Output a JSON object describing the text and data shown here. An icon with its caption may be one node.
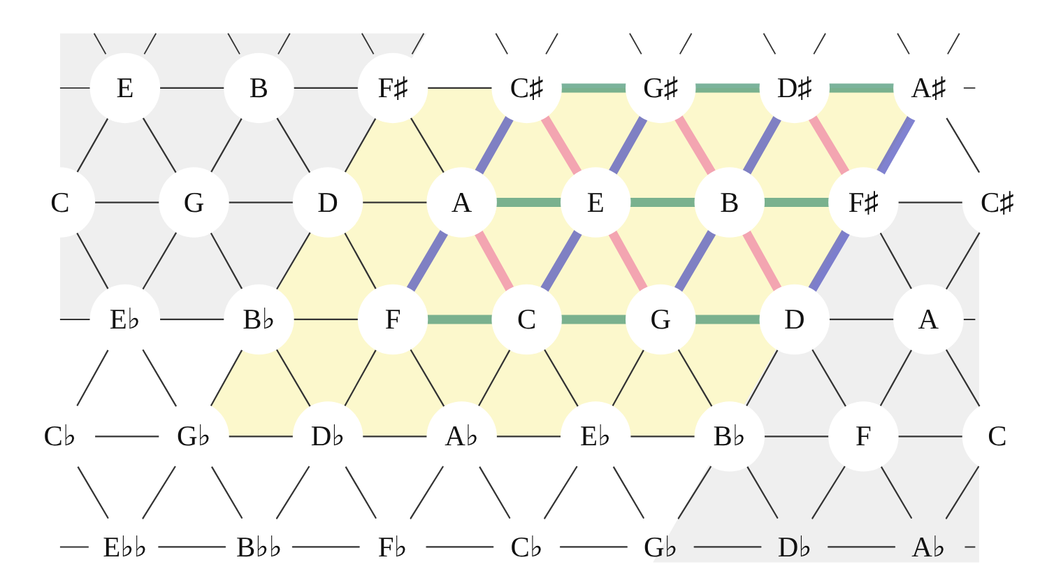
{
  "diagram": {
    "nodes": [
      {
        "text": [
          "E"
        ]
      },
      {
        "text": [
          "B"
        ]
      },
      {
        "text": [
          "F♯"
        ]
      },
      {
        "text": [
          "C♯"
        ]
      },
      {
        "text": [
          "G♯"
        ]
      },
      {
        "text": [
          "D♯"
        ]
      },
      {
        "text": [
          "A♯"
        ]
      },
      {
        "text": [
          "C"
        ]
      },
      {
        "text": [
          "G"
        ]
      },
      {
        "text": [
          "D"
        ]
      },
      {
        "text": [
          "A"
        ]
      },
      {
        "text": [
          "E"
        ]
      },
      {
        "text": [
          "B"
        ]
      },
      {
        "text": [
          "F♯"
        ]
      },
      {
        "text": [
          "C♯"
        ]
      },
      {
        "text": [
          "E♭"
        ]
      },
      {
        "text": [
          "B♭"
        ]
      },
      {
        "text": [
          "F"
        ]
      },
      {
        "text": [
          "C"
        ]
      },
      {
        "text": [
          "G"
        ]
      },
      {
        "text": [
          "D"
        ]
      },
      {
        "text": [
          "A"
        ]
      },
      {
        "text": [
          "C♭"
        ]
      },
      {
        "text": [
          "G♭"
        ]
      },
      {
        "text": [
          "D♭"
        ]
      },
      {
        "text": [
          "A♭"
        ]
      },
      {
        "text": [
          "E♭"
        ]
      },
      {
        "text": [
          "B♭"
        ]
      },
      {
        "text": [
          "F"
        ]
      },
      {
        "text": [
          "C"
        ]
      },
      {
        "text": [
          "E♭♭"
        ]
      },
      {
        "text": [
          "B♭♭"
        ]
      },
      {
        "text": [
          "F♭"
        ]
      },
      {
        "text": [
          "C♭"
        ]
      },
      {
        "text": [
          "G♭"
        ]
      },
      {
        "text": [
          "D♭"
        ]
      },
      {
        "text": [
          "A♭"
        ]
      }
    ],
    "edges": [
      {
        "from": 0,
        "to": 1,
        "arrow": "none"
      },
      {
        "from": 1,
        "to": 2,
        "arrow": "none"
      },
      {
        "from": 2,
        "to": 3,
        "arrow": "none"
      },
      {
        "from": 3,
        "to": 4,
        "arrow": "none",
        "style": "thick",
        "color": "#4f9a7a"
      },
      {
        "from": 4,
        "to": 5,
        "arrow": "none",
        "style": "thick",
        "color": "#4f9a7a"
      },
      {
        "from": 5,
        "to": 6,
        "arrow": "none",
        "style": "thick",
        "color": "#4f9a7a"
      },
      {
        "from": 0,
        "to": 7,
        "arrow": "none"
      },
      {
        "from": 0,
        "to": 8,
        "arrow": "none"
      },
      {
        "from": 1,
        "to": 8,
        "arrow": "none"
      },
      {
        "from": 1,
        "to": 9,
        "arrow": "none"
      },
      {
        "from": 2,
        "to": 9,
        "arrow": "none"
      },
      {
        "from": 2,
        "to": 10,
        "arrow": "none"
      },
      {
        "from": 3,
        "to": 10,
        "arrow": "none",
        "style": "thick",
        "color": "#5558c0"
      },
      {
        "from": 3,
        "to": 11,
        "arrow": "none",
        "style": "thick",
        "color": "#f08aa8"
      },
      {
        "from": 4,
        "to": 11,
        "arrow": "none",
        "style": "thick",
        "color": "#5558c0"
      },
      {
        "from": 4,
        "to": 12,
        "arrow": "none",
        "style": "thick",
        "color": "#f08aa8"
      },
      {
        "from": 5,
        "to": 12,
        "arrow": "none",
        "style": "thick",
        "color": "#5558c0"
      },
      {
        "from": 5,
        "to": 13,
        "arrow": "none",
        "style": "thick",
        "color": "#f08aa8"
      },
      {
        "from": 6,
        "to": 13,
        "arrow": "none",
        "style": "thick",
        "color": "#5558c0"
      },
      {
        "from": 6,
        "to": 14,
        "arrow": "none"
      },
      {
        "from": 7,
        "to": 8,
        "arrow": "none"
      },
      {
        "from": 8,
        "to": 9,
        "arrow": "none"
      },
      {
        "from": 9,
        "to": 10,
        "arrow": "none"
      },
      {
        "from": 10,
        "to": 11,
        "arrow": "none",
        "style": "thick",
        "color": "#4f9a7a"
      },
      {
        "from": 11,
        "to": 12,
        "arrow": "none",
        "style": "thick",
        "color": "#4f9a7a"
      },
      {
        "from": 12,
        "to": 13,
        "arrow": "none",
        "style": "thick",
        "color": "#4f9a7a"
      },
      {
        "from": 13,
        "to": 14,
        "arrow": "none"
      },
      {
        "from": 7,
        "to": 15,
        "arrow": "none"
      },
      {
        "from": 8,
        "to": 15,
        "arrow": "none"
      },
      {
        "from": 8,
        "to": 16,
        "arrow": "none"
      },
      {
        "from": 9,
        "to": 16,
        "arrow": "none"
      },
      {
        "from": 9,
        "to": 17,
        "arrow": "none"
      },
      {
        "from": 10,
        "to": 17,
        "arrow": "none",
        "style": "thick",
        "color": "#5558c0"
      },
      {
        "from": 10,
        "to": 18,
        "arrow": "none",
        "style": "thick",
        "color": "#f08aa8"
      },
      {
        "from": 11,
        "to": 18,
        "arrow": "none",
        "style": "thick",
        "color": "#5558c0"
      },
      {
        "from": 11,
        "to": 19,
        "arrow": "none",
        "style": "thick",
        "color": "#f08aa8"
      },
      {
        "from": 12,
        "to": 19,
        "arrow": "none",
        "style": "thick",
        "color": "#5558c0"
      },
      {
        "from": 12,
        "to": 20,
        "arrow": "none",
        "style": "thick",
        "color": "#f08aa8"
      },
      {
        "from": 13,
        "to": 20,
        "arrow": "none",
        "style": "thick",
        "color": "#5558c0"
      },
      {
        "from": 13,
        "to": 21,
        "arrow": "none"
      },
      {
        "from": 14,
        "to": 21,
        "arrow": "none"
      },
      {
        "from": 15,
        "to": 16,
        "arrow": "none"
      },
      {
        "from": 16,
        "to": 17,
        "arrow": "none"
      },
      {
        "from": 17,
        "to": 18,
        "arrow": "none",
        "style": "thick",
        "color": "#4f9a7a"
      },
      {
        "from": 18,
        "to": 19,
        "arrow": "none",
        "style": "thick",
        "color": "#4f9a7a"
      },
      {
        "from": 19,
        "to": 20,
        "arrow": "none",
        "style": "thick",
        "color": "#4f9a7a"
      },
      {
        "from": 20,
        "to": 21,
        "arrow": "none"
      },
      {
        "from": 15,
        "to": 22,
        "arrow": "none"
      },
      {
        "from": 15,
        "to": 23,
        "arrow": "none"
      },
      {
        "from": 16,
        "to": 23,
        "arrow": "none"
      },
      {
        "from": 16,
        "to": 24,
        "arrow": "none"
      },
      {
        "from": 17,
        "to": 24,
        "arrow": "none"
      },
      {
        "from": 17,
        "to": 25,
        "arrow": "none"
      },
      {
        "from": 18,
        "to": 25,
        "arrow": "none"
      },
      {
        "from": 18,
        "to": 26,
        "arrow": "none"
      },
      {
        "from": 19,
        "to": 26,
        "arrow": "none"
      },
      {
        "from": 19,
        "to": 27,
        "arrow": "none"
      },
      {
        "from": 20,
        "to": 27,
        "arrow": "none"
      },
      {
        "from": 20,
        "to": 28,
        "arrow": "none"
      },
      {
        "from": 21,
        "to": 28,
        "arrow": "none"
      },
      {
        "from": 21,
        "to": 29,
        "arrow": "none"
      },
      {
        "from": 22,
        "to": 23,
        "arrow": "none"
      },
      {
        "from": 23,
        "to": 24,
        "arrow": "none"
      },
      {
        "from": 24,
        "to": 25,
        "arrow": "none"
      },
      {
        "from": 25,
        "to": 26,
        "arrow": "none"
      },
      {
        "from": 26,
        "to": 27,
        "arrow": "none"
      },
      {
        "from": 27,
        "to": 28,
        "arrow": "none"
      },
      {
        "from": 28,
        "to": 29,
        "arrow": "none"
      },
      {
        "from": 22,
        "to": 30,
        "arrow": "none"
      },
      {
        "from": 23,
        "to": 30,
        "arrow": "none"
      },
      {
        "from": 23,
        "to": 31,
        "arrow": "none"
      },
      {
        "from": 24,
        "to": 31,
        "arrow": "none"
      },
      {
        "from": 24,
        "to": 32,
        "arrow": "none"
      },
      {
        "from": 25,
        "to": 32,
        "arrow": "none"
      },
      {
        "from": 25,
        "to": 33,
        "arrow": "none"
      },
      {
        "from": 26,
        "to": 33,
        "arrow": "none"
      },
      {
        "from": 26,
        "to": 34,
        "arrow": "none"
      },
      {
        "from": 27,
        "to": 34,
        "arrow": "none"
      },
      {
        "from": 27,
        "to": 35,
        "arrow": "none"
      },
      {
        "from": 28,
        "to": 35,
        "arrow": "none"
      },
      {
        "from": 28,
        "to": 36,
        "arrow": "none"
      },
      {
        "from": 29,
        "to": 36,
        "arrow": "none"
      },
      {
        "from": 30,
        "to": 31,
        "arrow": "none"
      },
      {
        "from": 31,
        "to": 32,
        "arrow": "none"
      },
      {
        "from": 32,
        "to": 33,
        "arrow": "none"
      },
      {
        "from": 33,
        "to": 34,
        "arrow": "none"
      },
      {
        "from": 34,
        "to": 35,
        "arrow": "none"
      },
      {
        "from": 35,
        "to": 36,
        "arrow": "none"
      }
    ]
  }
}
